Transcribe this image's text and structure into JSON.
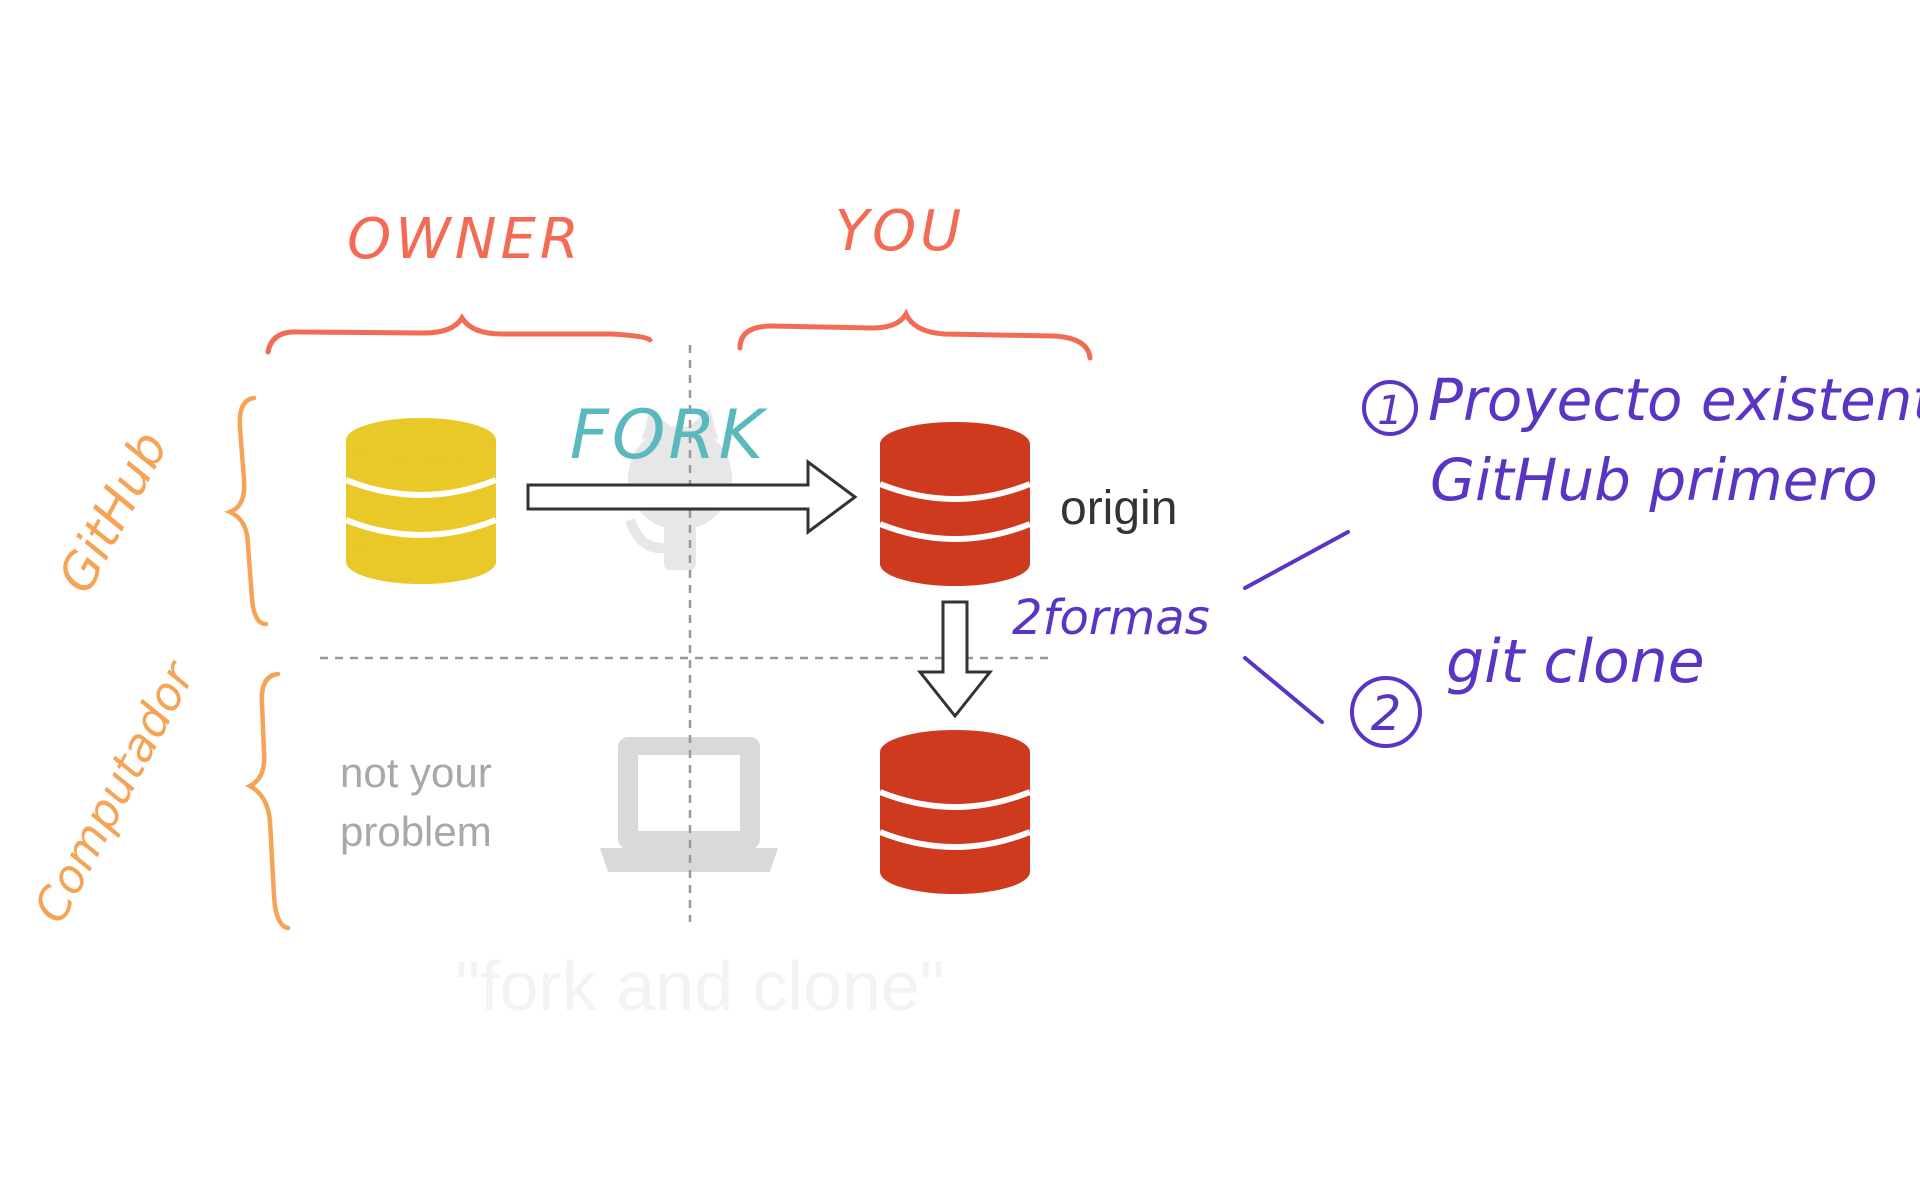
{
  "columns": {
    "owner": "OWNER",
    "you": "YOU"
  },
  "rows": {
    "github": "GitHub",
    "computer": "Computador"
  },
  "labels": {
    "fork": "FORK",
    "origin": "origin",
    "not_your_problem_line1": "not your",
    "not_your_problem_line2": "problem",
    "two_ways": "2formas",
    "option1_number": "1",
    "option1_line1": "Proyecto existente,",
    "option1_line2": "GitHub primero",
    "option2_number": "2",
    "option2_text": "git clone",
    "faint_caption": "\"fork and clone\""
  },
  "colors": {
    "owner_repo": "#e8c927",
    "your_repo": "#cf3a1e",
    "annotation_red": "#f36b55",
    "annotation_orange": "#f5a456",
    "annotation_teal": "#5ab8bf",
    "annotation_purple": "#5a35c4"
  },
  "icons": {
    "owner_repo": "database-icon",
    "remote_repo": "database-icon",
    "local_repo": "database-icon",
    "github_logo": "octocat-icon",
    "laptop": "laptop-icon"
  }
}
